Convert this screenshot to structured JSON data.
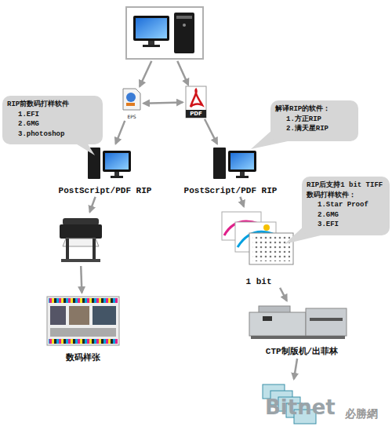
{
  "diagram": {
    "nodes": [
      {
        "text": []
      },
      {
        "text": [
          "EPS"
        ]
      },
      {
        "text": [
          "PDF"
        ]
      },
      {
        "text": [
          "RIP前数码打样软件",
          "1.EFI",
          "2.GMG",
          "3.photoshop"
        ]
      },
      {
        "text": [
          "解译RIP的软件：",
          "1.方正RIP",
          "2.满天星RIP"
        ]
      },
      {
        "text": [
          "PostScript/PDF RIP"
        ]
      },
      {
        "text": [
          "PostScript/PDF RIP"
        ]
      },
      {
        "text": [
          "RIP后支持1 bit TIFF数码打样软件：",
          "1.Star Proof",
          "2.GMG",
          "3.EFI"
        ]
      },
      {
        "text": []
      },
      {
        "text": [
          "数码样张"
        ]
      },
      {
        "text": [
          "1 bit"
        ]
      },
      {
        "text": [
          "CTP制版机/出菲林"
        ]
      },
      {
        "text": []
      }
    ],
    "edges": [
      {
        "from": 0,
        "to": 1,
        "arrow": "to"
      },
      {
        "from": 0,
        "to": 2,
        "arrow": "to"
      },
      {
        "from": 1,
        "to": 2,
        "arrow": "both"
      },
      {
        "from": 1,
        "to": 5,
        "arrow": "to"
      },
      {
        "from": 2,
        "to": 6,
        "arrow": "to"
      },
      {
        "from": 5,
        "to": 8,
        "arrow": "to"
      },
      {
        "from": 8,
        "to": 9,
        "arrow": "to"
      },
      {
        "from": 6,
        "to": 10,
        "arrow": "to"
      },
      {
        "from": 10,
        "to": 11,
        "arrow": "to"
      },
      {
        "from": 11,
        "to": 12,
        "arrow": "to"
      }
    ],
    "labels": [
      "Bitnet",
      "必勝網"
    ]
  }
}
